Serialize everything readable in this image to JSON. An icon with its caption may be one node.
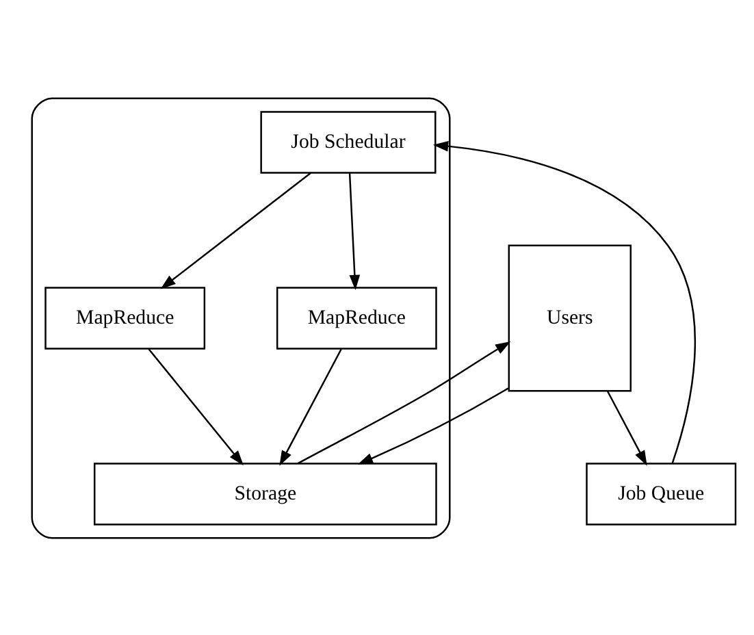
{
  "diagram": {
    "nodes": [
      {
        "text": [
          "Job Queue"
        ]
      },
      {
        "text": [],
        "shape": "cloud"
      },
      {
        "text": [
          "Job Schedular"
        ],
        "in": 1
      },
      {
        "text": [
          "MapReduce"
        ],
        "in": 1
      },
      {
        "text": [
          "MapReduce"
        ],
        "in": 1
      },
      {
        "text": [
          "Users"
        ]
      },
      {
        "text": [
          "Storage"
        ],
        "in": 1
      }
    ],
    "edges": [
      {
        "from": 5,
        "to": 0,
        "arrow": "to"
      },
      {
        "from": 0,
        "to": 2,
        "arrow": "to"
      },
      {
        "from": 2,
        "to": 3,
        "arrow": "to"
      },
      {
        "from": 2,
        "to": 4,
        "arrow": "to"
      },
      {
        "from": 3,
        "to": 6,
        "arrow": "to"
      },
      {
        "from": 4,
        "to": 6,
        "arrow": "to"
      },
      {
        "from": 5,
        "to": 6,
        "arrow": "to"
      },
      {
        "from": 6,
        "to": 5,
        "arrow": "to"
      }
    ]
  }
}
